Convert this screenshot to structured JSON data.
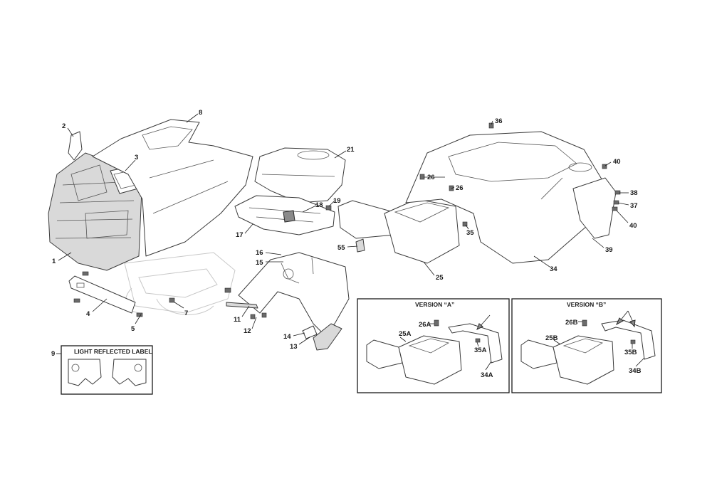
{
  "callouts": {
    "c1": "1",
    "c2": "2",
    "c3": "3",
    "c4": "4",
    "c5": "5",
    "c7": "7",
    "c8": "8",
    "c9": "9",
    "c11": "11",
    "c12": "12",
    "c13": "13",
    "c14": "14",
    "c15": "15",
    "c16": "16",
    "c17": "17",
    "c18": "18",
    "c19": "19",
    "c21": "21",
    "c25": "25",
    "c26a": "26",
    "c26b": "26",
    "c34": "34",
    "c35": "35",
    "c36": "36",
    "c37": "37",
    "c38": "38",
    "c39": "39",
    "c40a": "40",
    "c40b": "40",
    "c55": "55"
  },
  "label_box": {
    "title": "LIGHT REFLECTED LABEL"
  },
  "version_a": {
    "title": "VERSION “A”",
    "c26A": "26A",
    "c25A": "25A",
    "c35A": "35A",
    "c34A": "34A"
  },
  "version_b": {
    "title": "VERSION “B”",
    "c26B": "26B",
    "c25B": "25B",
    "c35B": "35B",
    "c34B": "34B"
  },
  "colors": {
    "line": "#3a3a3a",
    "fill_grey": "#d9d9d9",
    "ghost": "#c8c8c8"
  }
}
